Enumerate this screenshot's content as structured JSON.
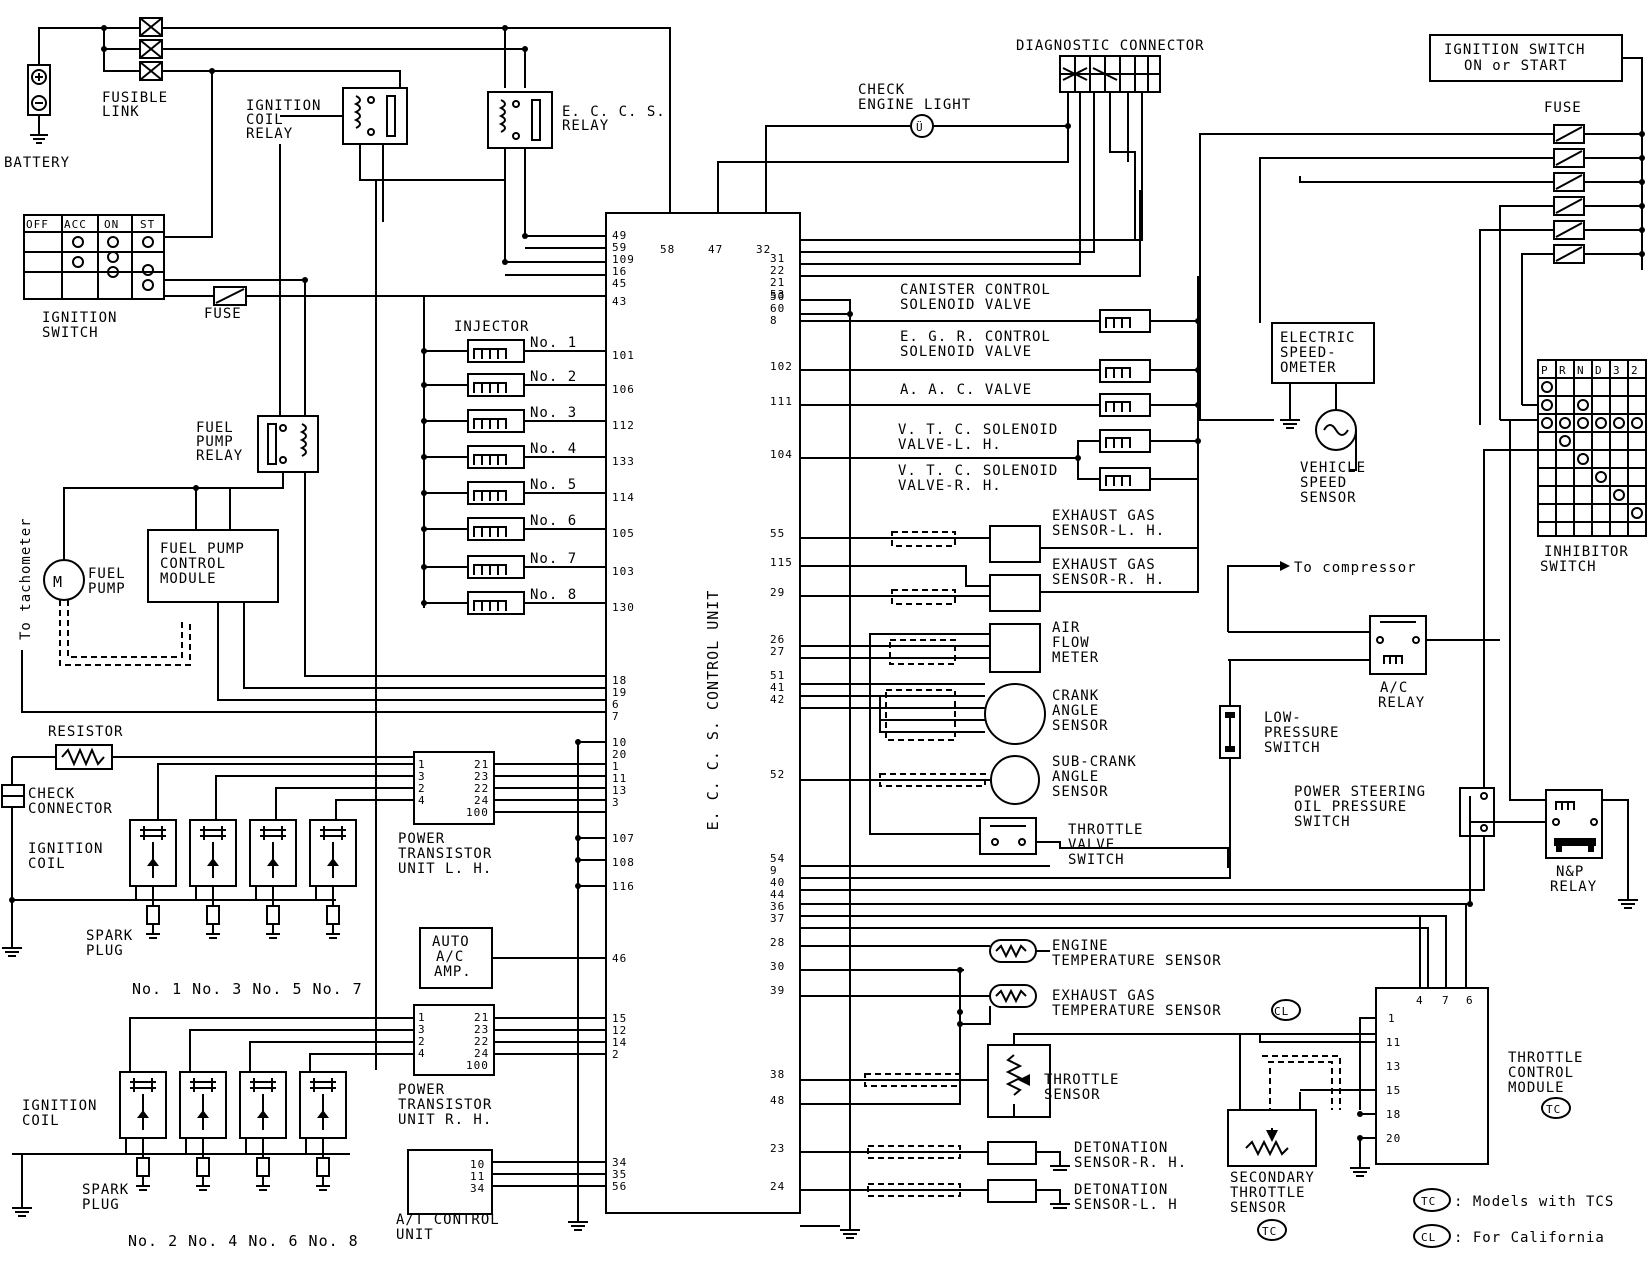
{
  "ecu": {
    "label": "E. C. C. S.   CONTROL   UNIT",
    "top_pins": [
      "58",
      "47",
      "32"
    ],
    "left_pins_top": [
      "49",
      "59",
      "109",
      "16",
      "45",
      "43"
    ],
    "left_pins_inj": [
      "101",
      "106",
      "112",
      "133",
      "114",
      "105",
      "103",
      "130"
    ],
    "left_pins_mid": [
      "18",
      "19",
      "6",
      "7"
    ],
    "left_pins_pt": [
      "10",
      "20",
      "1",
      "11",
      "13",
      "3"
    ],
    "left_pins_low": [
      "107",
      "108",
      "116",
      "46",
      "15",
      "12",
      "14",
      "2",
      "34",
      "35",
      "56"
    ],
    "right_pins": [
      "31",
      "22",
      "21",
      "53",
      "50",
      "60",
      "8",
      "102",
      "111",
      "104",
      "55",
      "115",
      "29",
      "26",
      "27",
      "51",
      "41",
      "42",
      "52",
      "54",
      "9",
      "40",
      "44",
      "36",
      "37",
      "28",
      "30",
      "39",
      "38",
      "48",
      "23",
      "24"
    ]
  },
  "labels": {
    "battery": "BATTERY",
    "fusible_link": [
      "FUSIBLE",
      "LINK"
    ],
    "ign_coil_relay": [
      "IGNITION",
      "COIL",
      "RELAY"
    ],
    "eccs_relay": [
      "E. C. C. S.",
      "RELAY"
    ],
    "check_engine": [
      "CHECK",
      "ENGINE LIGHT"
    ],
    "diag": "DIAGNOSTIC CONNECTOR",
    "ign_on_start": [
      "IGNITION SWITCH",
      "ON or START"
    ],
    "fuse": "FUSE",
    "ign_switch": [
      "IGNITION",
      "SWITCH"
    ],
    "ign_switch_cols": [
      "OFF",
      "ACC",
      "ON",
      "ST"
    ],
    "injector": "INJECTOR",
    "injectors": [
      "No. 1",
      "No. 2",
      "No. 3",
      "No. 4",
      "No. 5",
      "No. 6",
      "No. 7",
      "No. 8"
    ],
    "fuel_pump_relay": [
      "FUEL",
      "PUMP",
      "RELAY"
    ],
    "fuel_pump": [
      "FUEL",
      "PUMP"
    ],
    "fpcm": [
      "FUEL PUMP",
      "CONTROL",
      "MODULE"
    ],
    "tachometer": "To tachometer",
    "resistor": "RESISTOR",
    "check_connector": [
      "CHECK",
      "CONNECTOR"
    ],
    "ign_coil": [
      "IGNITION",
      "COIL"
    ],
    "spark_plug": [
      "SPARK",
      "PLUG"
    ],
    "plugs_top": "No. 1  No. 3  No. 5  No. 7",
    "plugs_bot": "No. 2  No. 4  No. 6  No. 8",
    "ptu_lh": [
      "POWER",
      "TRANSISTOR",
      "UNIT L. H."
    ],
    "ptu_rh": [
      "POWER",
      "TRANSISTOR",
      "UNIT R. H."
    ],
    "auto_ac": [
      "AUTO",
      "A/C",
      "AMP."
    ],
    "at_unit": [
      "A/T CONTROL",
      "UNIT"
    ],
    "canister": [
      "CANISTER CONTROL",
      "SOLENOID VALVE"
    ],
    "egr": [
      "E. G. R.  CONTROL",
      "SOLENOID VALVE"
    ],
    "aac": "A. A. C.   VALVE",
    "vtc_lh": [
      "V. T. C.  SOLENOID",
      "VALVE-L. H."
    ],
    "vtc_rh": [
      "V. T. C.  SOLENOID",
      "VALVE-R. H."
    ],
    "ego_lh": [
      "EXHAUST GAS",
      "SENSOR-L. H."
    ],
    "ego_rh": [
      "EXHAUST GAS",
      "SENSOR-R. H."
    ],
    "afm": [
      "AIR",
      "FLOW",
      "METER"
    ],
    "crank": [
      "CRANK",
      "ANGLE",
      "SENSOR"
    ],
    "subcrank": [
      "SUB-CRANK",
      "ANGLE",
      "SENSOR"
    ],
    "tvs": [
      "THROTTLE",
      "VALVE",
      "SWITCH"
    ],
    "eng_temp": [
      "ENGINE",
      "TEMPERATURE SENSOR"
    ],
    "exh_temp": [
      "EXHAUST GAS",
      "TEMPERATURE  SENSOR"
    ],
    "throttle_sensor": [
      "THROTTLE",
      "SENSOR"
    ],
    "det_rh": [
      "DETONATION",
      "SENSOR-R. H."
    ],
    "det_lh": [
      "DETONATION",
      "SENSOR-L. H"
    ],
    "sec_throttle": [
      "SECONDARY",
      "THROTTLE",
      "SENSOR"
    ],
    "tcm": [
      "THROTTLE",
      "CONTROL",
      "MODULE"
    ],
    "tcm_pins_top": [
      "4",
      "7",
      "6"
    ],
    "tcm_pins_left": [
      "1",
      "11",
      "13",
      "15",
      "18",
      "20"
    ],
    "speedo": [
      "ELECTRIC",
      "SPEED-",
      "OMETER"
    ],
    "vss": [
      "VEHICLE",
      "SPEED",
      "SENSOR"
    ],
    "inhibitor": [
      "INHIBITOR",
      "SWITCH"
    ],
    "inhibitor_cols": [
      "P",
      "R",
      "N",
      "D",
      "3",
      "2"
    ],
    "compressor": "To compressor",
    "ac_relay": [
      "A/C",
      "RELAY"
    ],
    "low_pressure": [
      "LOW-",
      "PRESSURE",
      "SWITCH"
    ],
    "ps_switch": [
      "POWER STEERING",
      "OIL PRESSURE",
      "SWITCH"
    ],
    "np_relay": [
      "N&P",
      "RELAY"
    ],
    "tc": "TC",
    "cl": "CL",
    "tc_note": ": Models with TCS",
    "cl_note": ": For California"
  }
}
